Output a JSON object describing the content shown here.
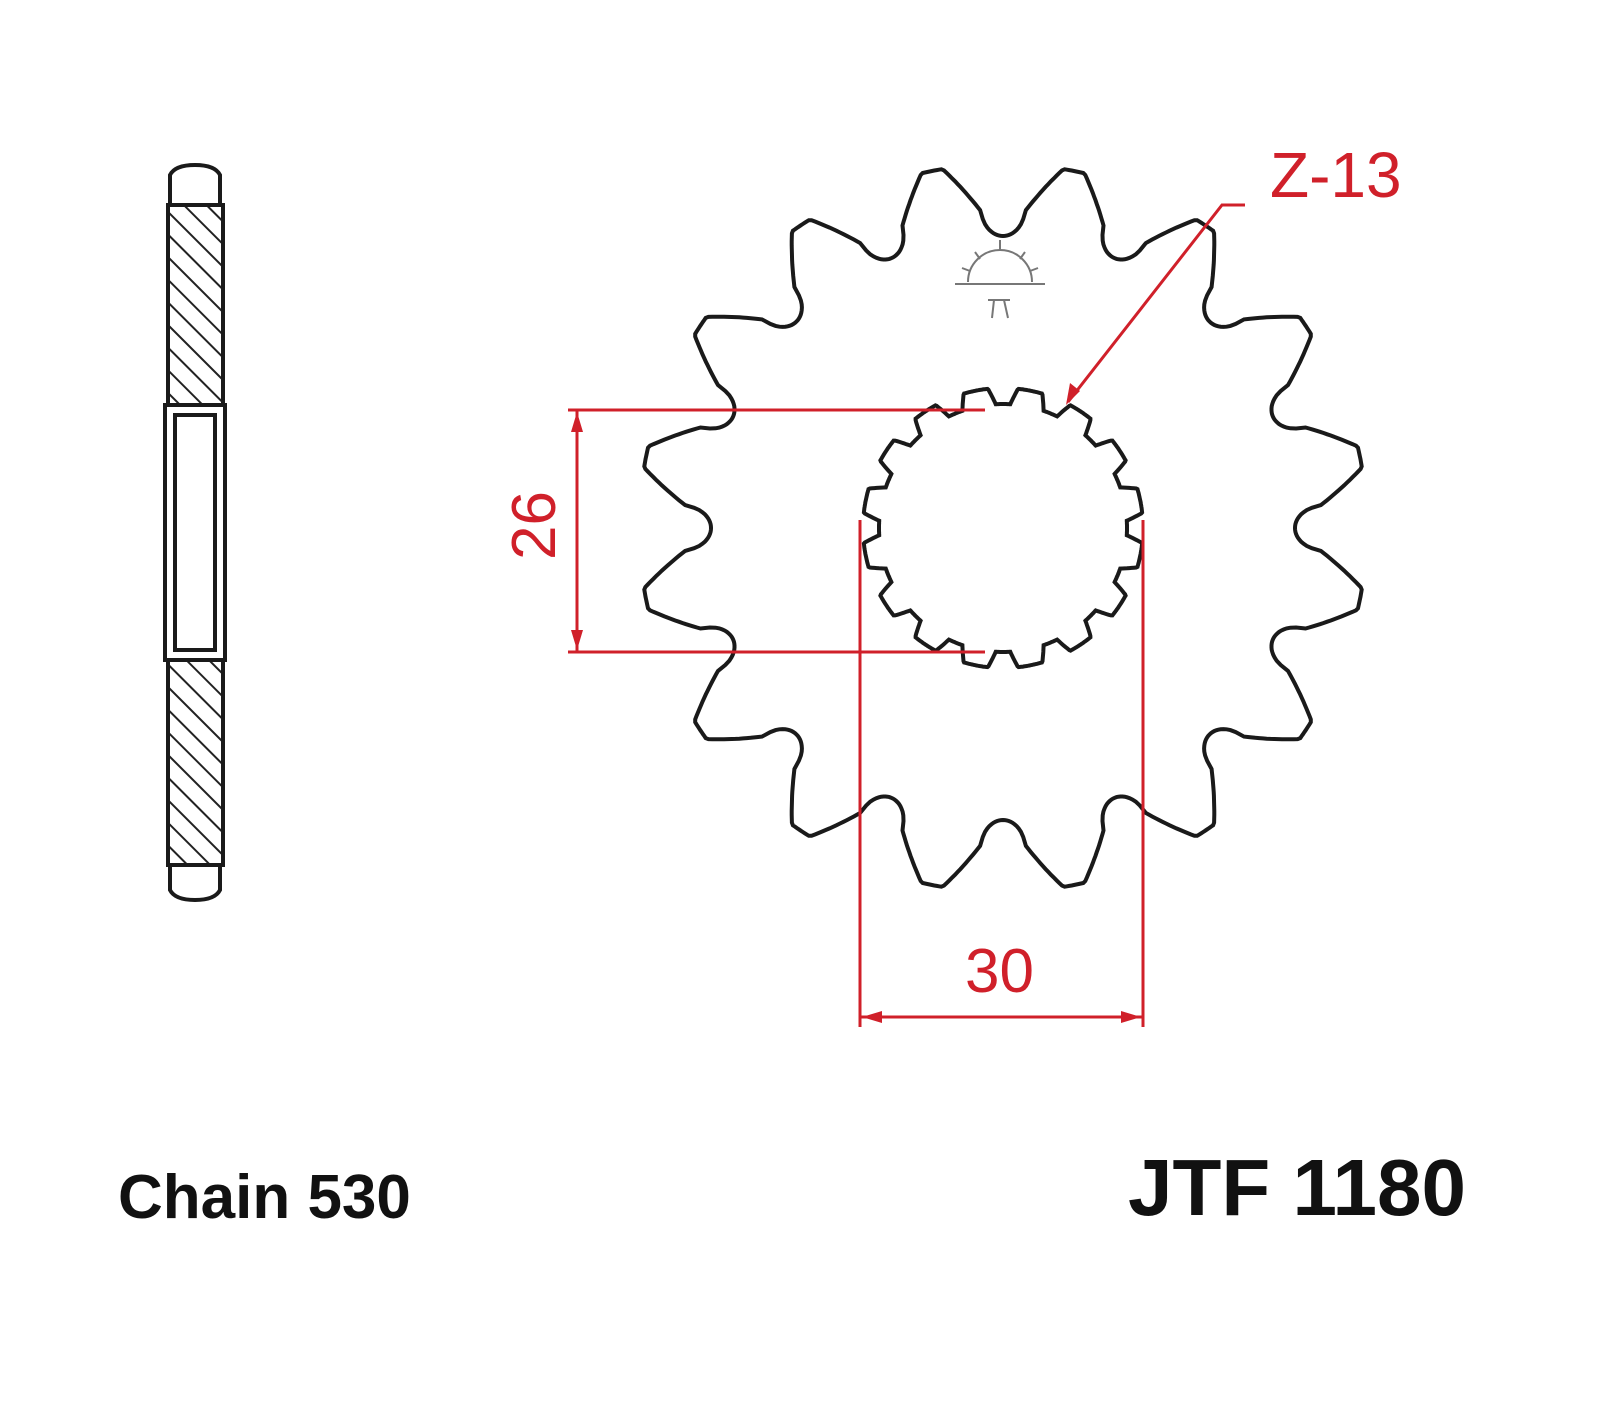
{
  "drawing": {
    "tooth_label": "Z-13",
    "dim_height": "26",
    "dim_width": "30",
    "chain_label": "Chain 530",
    "part_number": "JTF 1180",
    "teeth_drawn": 16,
    "spline_count": 16
  },
  "colors": {
    "outline": "#1a1a1a",
    "dimension": "#d0202a"
  }
}
